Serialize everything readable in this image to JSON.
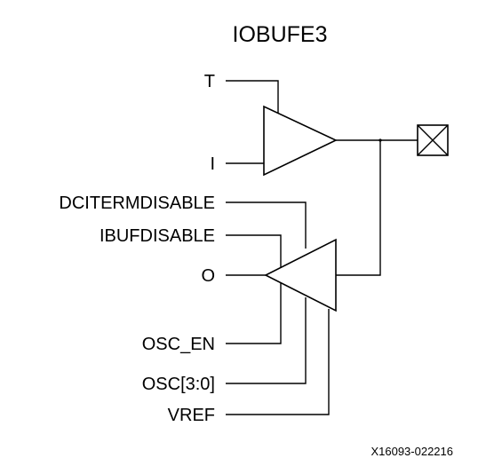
{
  "diagram": {
    "title": "IOBUFE3",
    "figure_id": "X16093-022216",
    "ports": {
      "t": "T",
      "i": "I",
      "dcitermdisable": "DCITERMDISABLE",
      "ibufdisable": "IBUFDISABLE",
      "o": "O",
      "osc_en": "OSC_EN",
      "osc": "OSC[3:0]",
      "vref": "VREF"
    },
    "components": {
      "output_buffer": "output-buffer-triangle",
      "input_buffer": "input-buffer-triangle",
      "io_pad": "io-pad-crossed-box"
    }
  }
}
